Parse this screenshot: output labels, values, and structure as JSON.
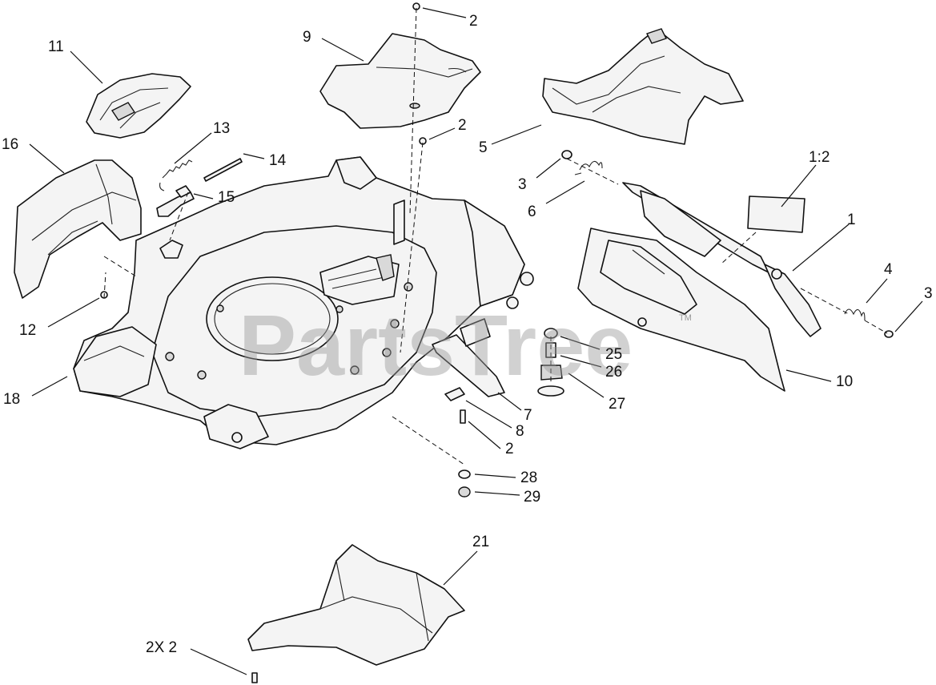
{
  "watermark": {
    "text": "PartsTree",
    "trademark": "TM"
  },
  "callouts": {
    "c1": "1",
    "c1_2": "1:2",
    "c2_top": "2",
    "c2_mid": "2",
    "c2_bottom": "2",
    "c2x2": "2X 2",
    "c3_left": "3",
    "c3_right": "3",
    "c4": "4",
    "c5": "5",
    "c6": "6",
    "c7": "7",
    "c8": "8",
    "c9": "9",
    "c10": "10",
    "c11": "11",
    "c12": "12",
    "c13": "13",
    "c14": "14",
    "c15": "15",
    "c16": "16",
    "c18": "18",
    "c21": "21",
    "c25": "25",
    "c26": "26",
    "c27": "27",
    "c28": "28",
    "c29": "29"
  }
}
